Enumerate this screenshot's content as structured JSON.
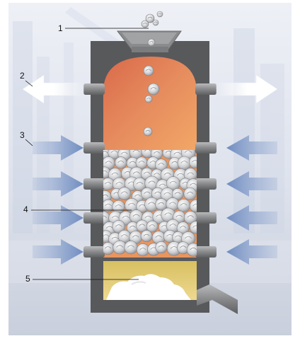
{
  "labels": {
    "l1": "1",
    "l2": "2",
    "l3": "3",
    "l4": "4",
    "l5": "5"
  },
  "colors": {
    "background": "#e2e6ee",
    "furnace_wall": "#595a5c",
    "hot_gas_top": "#e38659",
    "hot_gas_bottom": "#ee9a5c",
    "air_arrow": "#7d97c6",
    "exhaust_arrow": "#ffffff",
    "ash_chamber": "#e0c96e",
    "pipe": "#8a8b8d"
  },
  "icons": {
    "outlet_arrows": "exhaust-arrow-icon",
    "inlet_arrows": "air-inlet-arrow-icon",
    "fuel": "fuel-lump-icon"
  }
}
